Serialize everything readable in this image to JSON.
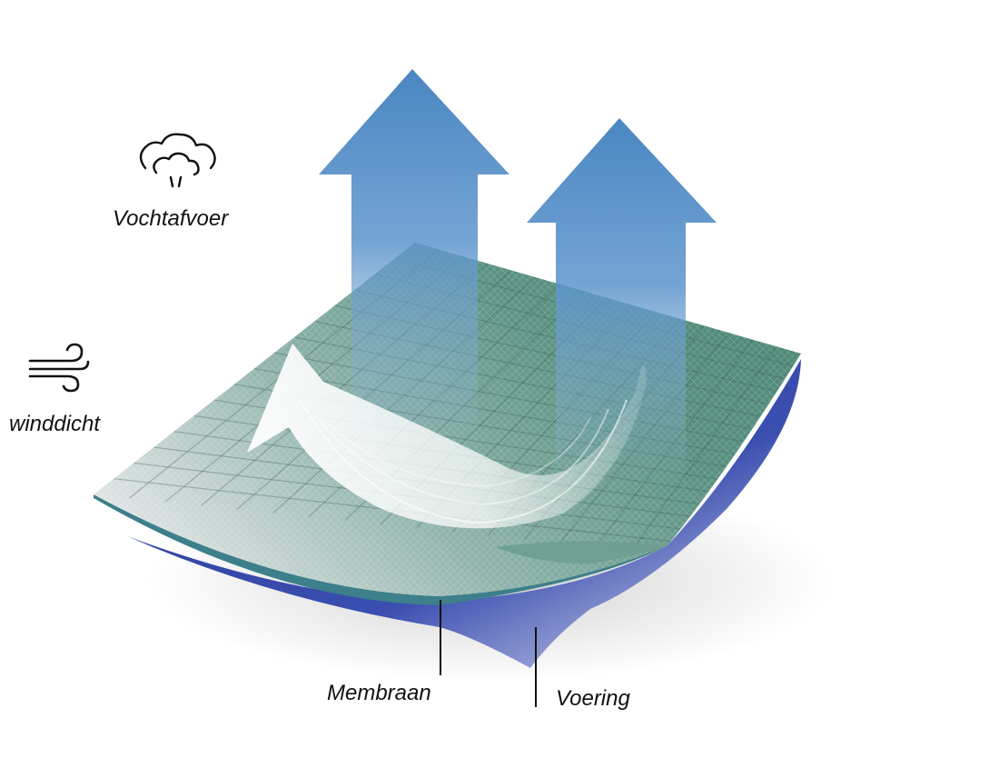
{
  "labels": {
    "moisture": "Vochtafvoer",
    "wind": "winddicht",
    "membrane": "Membraan",
    "lining": "Voering"
  },
  "icons": {
    "moisture": "steam-cloud-icon",
    "wind": "wind-icon"
  },
  "colors": {
    "arrow_blue": "#4a86c2",
    "fabric_green": "#4f8a7c",
    "fabric_light": "#c9d4d2",
    "lining_blue": "#2e3f9e",
    "curl_arrow": "#ffffff",
    "text": "#111111"
  }
}
